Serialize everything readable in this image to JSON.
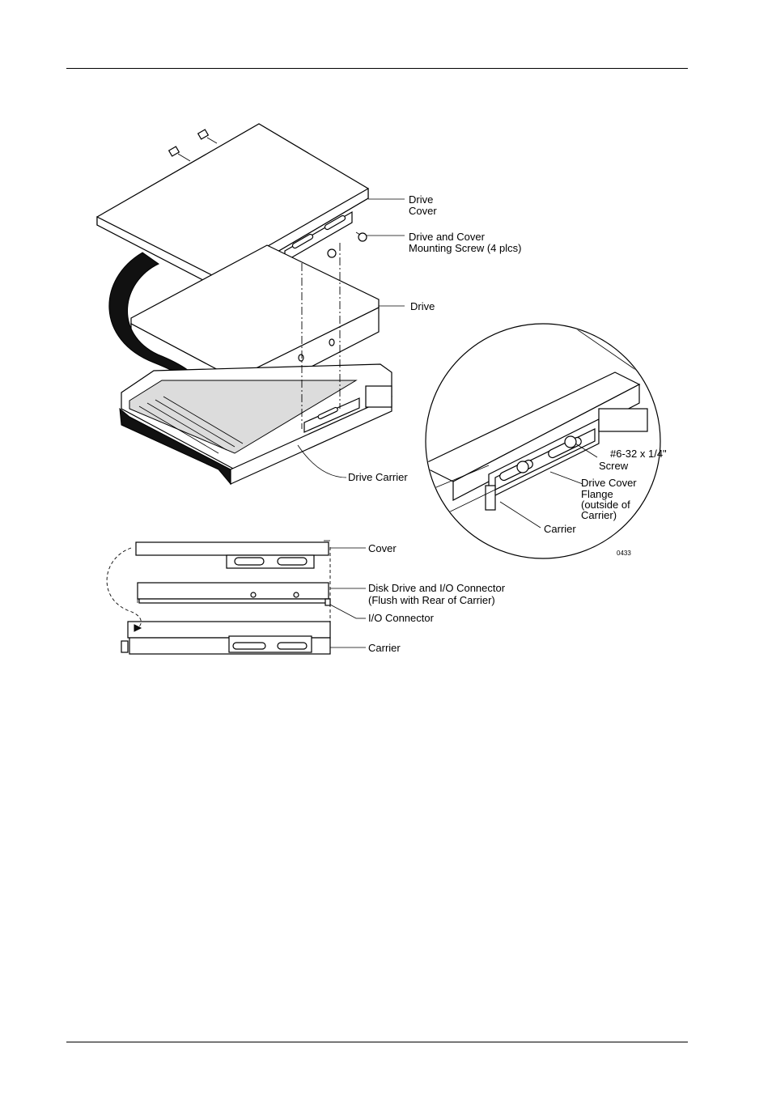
{
  "figure_id": "0433",
  "callouts": {
    "drive_cover": [
      "Drive",
      "Cover"
    ],
    "mounting_screw": [
      "Drive and Cover",
      "Mounting Screw (4 plcs)"
    ],
    "drive": "Drive",
    "drive_carrier": "Drive Carrier"
  },
  "detail": {
    "screw": [
      "#6-32 x 1/4\"",
      "Screw"
    ],
    "flange": [
      "Drive Cover",
      "Flange",
      "(outside of",
      "Carrier)"
    ],
    "carrier": "Carrier"
  },
  "side_view": {
    "cover": "Cover",
    "disk_drive": [
      "Disk Drive and I/O Connector",
      "(Flush with Rear of Carrier)"
    ],
    "io_connector": "I/O Connector",
    "carrier": "Carrier"
  }
}
